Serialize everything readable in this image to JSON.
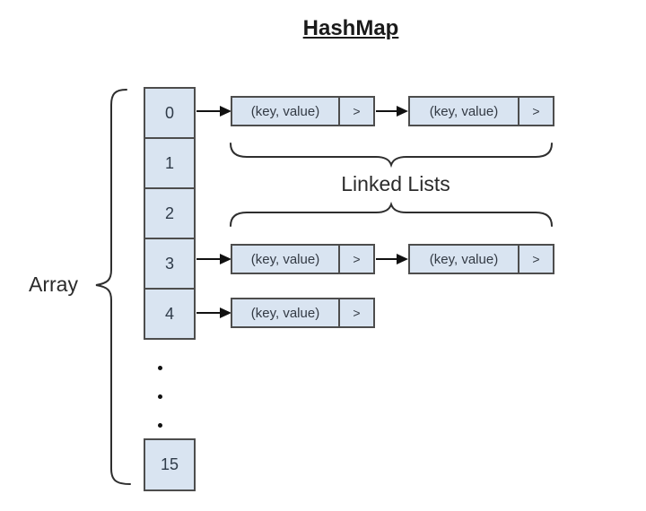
{
  "title": "HashMap",
  "array": {
    "label": "Array",
    "indices": [
      "0",
      "1",
      "2",
      "3",
      "4"
    ],
    "last_index": "15",
    "ellipsis_dot_count": 3
  },
  "linked_lists": {
    "label": "Linked Lists"
  },
  "node": {
    "label": "(key, value)",
    "pointer": ">"
  },
  "buckets": [
    {
      "index": "0",
      "chain_length": 2
    },
    {
      "index": "1",
      "chain_length": 0
    },
    {
      "index": "2",
      "chain_length": 0
    },
    {
      "index": "3",
      "chain_length": 2
    },
    {
      "index": "4",
      "chain_length": 1
    }
  ],
  "colors": {
    "cell_fill": "#d9e4f1",
    "cell_border": "#4d4d4d",
    "arrow": "#111111",
    "brace": "#2e2e2e",
    "text": "#333a44"
  }
}
